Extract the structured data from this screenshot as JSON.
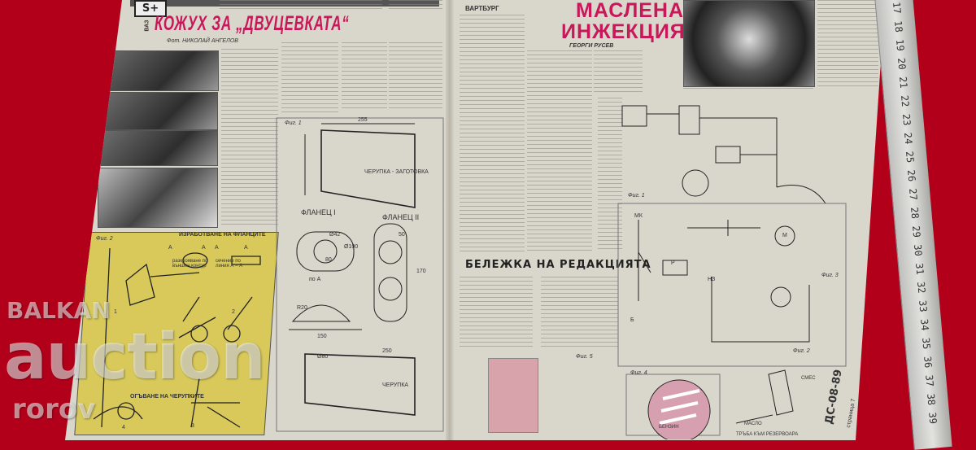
{
  "left_page": {
    "logo": "S+",
    "side_label": "ВАЗ",
    "headline": "КОЖУХ ЗА „ДВУЦЕВКАТА“",
    "byline": "Фот. НИКОЛАЙ АНГЕЛОВ",
    "yellow_box": {
      "fig_label": "Фиг. 2",
      "title_top": "ИЗРАБОТВАНЕ НА ФЛАНЦИТЕ",
      "title_bottom": "ОГЪВАНЕ НА ЧЕРУПКИТЕ",
      "section_labels": [
        "A",
        "A",
        "A",
        "A"
      ],
      "caption_left": "разкрояване по външен контур",
      "caption_right": "сечение по линия А – А",
      "step_numbers": [
        "1",
        "2",
        "3",
        "4"
      ]
    },
    "drawing": {
      "fig_label": "Фиг. 1",
      "shell_blank": "ЧЕРУПКА - ЗАГОТОВКА",
      "dim_top": "255",
      "flange_1": "ФЛАНЕЦ I",
      "flange_2": "ФЛАНЕЦ II",
      "section": "по А",
      "shell": "ЧЕРУПКА",
      "dim_bottom": "250",
      "dims": [
        "80",
        "Ø42",
        "Ø100",
        "50",
        "150",
        "R20",
        "170",
        "Ø80"
      ]
    }
  },
  "right_page": {
    "section": "ВАРТБУРГ",
    "headline_line1": "МАСЛЕНА",
    "headline_line2": "ИНЖЕКЦИЯ",
    "byline": "ГЕОРГИ РУСЕВ",
    "editorial_note": "БЕЛЕЖКА НА РЕДАКЦИЯТА",
    "figs": [
      "Фиг. 1",
      "Фиг. 2",
      "Фиг. 3",
      "Фиг. 4",
      "Фиг. 5"
    ],
    "circuit_labels": [
      "МК",
      "Р",
      "М",
      "НЗ",
      "Б"
    ],
    "fig4_labels": [
      "БЕНЗИН",
      "МАСЛО",
      "ТРЪБА КЪМ РЕЗЕРВОАРА",
      "СМЕС"
    ],
    "issue": "ДС-08-89",
    "page_number": "страница 7"
  },
  "ruler": {
    "ticks": [
      "17",
      "18",
      "19",
      "20",
      "21",
      "22",
      "23",
      "24",
      "25",
      "26",
      "27",
      "28",
      "29",
      "30",
      "31",
      "32",
      "33",
      "34",
      "35",
      "36",
      "37",
      "38",
      "39"
    ]
  },
  "watermark": {
    "line1": "BALKAN",
    "line2": "auction",
    "line3": "rorov"
  },
  "colors": {
    "background": "#b3001a",
    "headline": "#c8185a",
    "yellow_box": "#d8c95a",
    "paper": "#d9d6cc"
  }
}
